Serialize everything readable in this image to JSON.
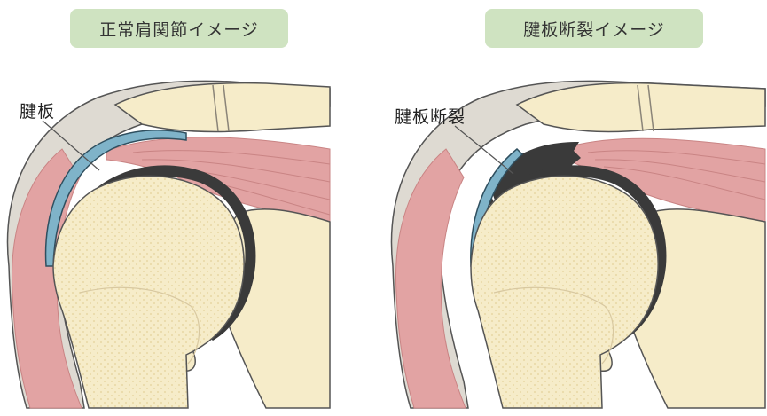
{
  "colors": {
    "pill_bg": "#cfe3c1",
    "bone": "#f6ecc9",
    "bone_dots": "#eadbaa",
    "muscle": "#e2a3a3",
    "muscle_line": "#c98484",
    "tendon": "#dedad2",
    "cartilage": "#3a3a3a",
    "bursa": "#7fb3c9",
    "tear": "#3a3a3a"
  },
  "panels": [
    {
      "title": "正常肩関節イメージ",
      "callout": "腱板",
      "state": "normal"
    },
    {
      "title": "腱板断裂イメージ",
      "callout": "腱板断裂",
      "state": "torn"
    }
  ]
}
